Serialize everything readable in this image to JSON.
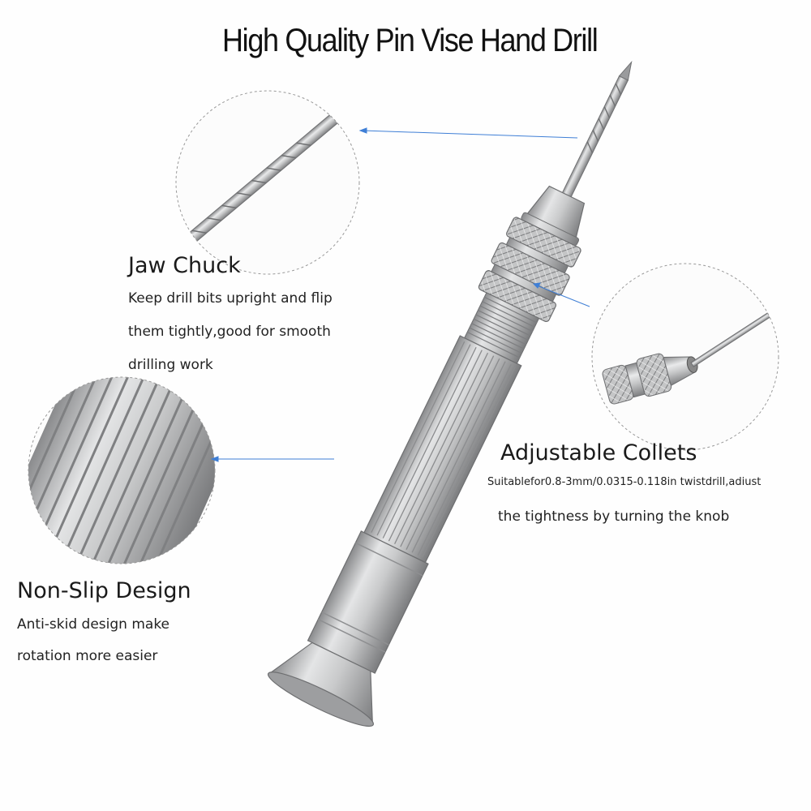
{
  "title": "High Quality Pin Vise Hand Drill",
  "features": {
    "jaw_chuck": {
      "heading": "Jaw Chuck",
      "lines": [
        "Keep drill bits upright and flip",
        "them tightly,good for smooth",
        "drilling work"
      ],
      "icon": "drill-bit-closeup"
    },
    "adjustable_collets": {
      "heading": "Adjustable Collets",
      "lines": [
        "Suitablefor0.8-3mm/0.0315-0.118in twistdrill,adiust",
        "the tightness by turning the knob"
      ],
      "icon": "collet-closeup"
    },
    "non_slip": {
      "heading": "Non-Slip Design",
      "lines": [
        "Anti-skid design make",
        "rotation more easier"
      ],
      "icon": "knurled-grip-closeup"
    }
  },
  "colors": {
    "pointer": "#3f7fd6",
    "metal": "#b8b9bb",
    "circle": "#999999"
  }
}
